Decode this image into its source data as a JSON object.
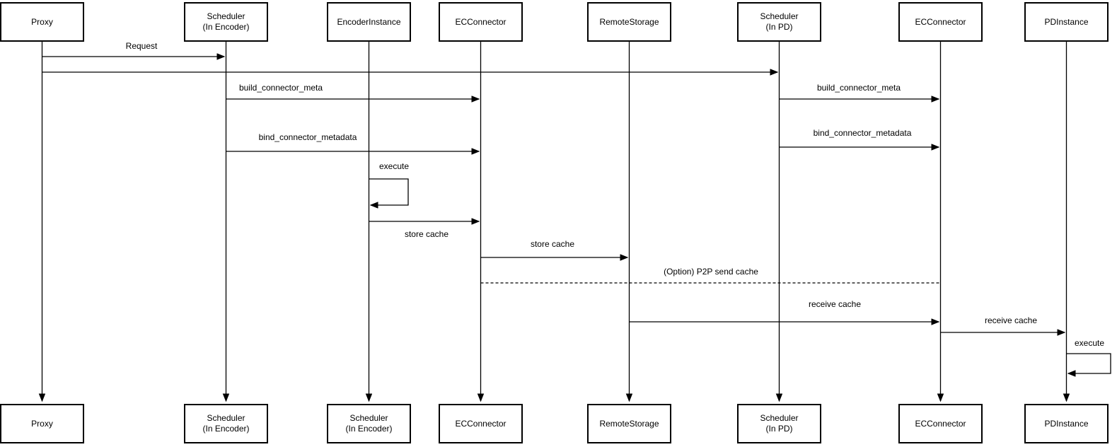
{
  "diagram": {
    "type": "sequence-diagram",
    "colors": {
      "background": "#ffffff",
      "line": "#000000",
      "box_border": "#000000",
      "text": "#000000"
    },
    "actors": [
      {
        "top": "Proxy",
        "bottom": "Proxy"
      },
      {
        "top": "Scheduler\n(In Encoder)",
        "bottom": "Scheduler\n(In Encoder)"
      },
      {
        "top": "EncoderInstance",
        "bottom": "Scheduler\n(In Encoder)"
      },
      {
        "top": "ECConnector",
        "bottom": "ECConnector"
      },
      {
        "top": "RemoteStorage",
        "bottom": "RemoteStorage"
      },
      {
        "top": "Scheduler\n(In PD)",
        "bottom": "Scheduler\n(In PD)"
      },
      {
        "top": "ECConnector",
        "bottom": "ECConnector"
      },
      {
        "top": "PDInstance",
        "bottom": "PDInstance"
      }
    ],
    "messages": [
      {
        "label": "Request",
        "from": "Proxy",
        "to": "Scheduler (In Encoder)",
        "line": "solid"
      },
      {
        "label": "",
        "from": "Proxy",
        "to": "Scheduler (In PD)",
        "line": "solid"
      },
      {
        "label": "build_connector_meta",
        "from": "Scheduler (In Encoder)",
        "to": "ECConnector",
        "line": "solid"
      },
      {
        "label": "build_connector_meta",
        "from": "Scheduler (In PD)",
        "to": "ECConnector (In PD)",
        "line": "solid"
      },
      {
        "label": "bind_connector_metadata",
        "from": "Scheduler (In Encoder)",
        "to": "ECConnector",
        "line": "solid"
      },
      {
        "label": "bind_connector_metadata",
        "from": "Scheduler (In PD)",
        "to": "ECConnector (In PD)",
        "line": "solid"
      },
      {
        "label": "execute",
        "from": "EncoderInstance",
        "to": "EncoderInstance",
        "line": "self-loop"
      },
      {
        "label": "store cache",
        "from": "EncoderInstance",
        "to": "ECConnector",
        "line": "solid"
      },
      {
        "label": "store cache",
        "from": "ECConnector",
        "to": "RemoteStorage",
        "line": "solid"
      },
      {
        "label": "(Option) P2P send cache",
        "from": "ECConnector",
        "to": "ECConnector (In PD)",
        "line": "dashed"
      },
      {
        "label": "receive cache",
        "from": "RemoteStorage",
        "to": "ECConnector (In PD)",
        "line": "solid"
      },
      {
        "label": "receive cache",
        "from": "ECConnector (In PD)",
        "to": "PDInstance",
        "line": "solid"
      },
      {
        "label": "execute",
        "from": "PDInstance",
        "to": "PDInstance",
        "line": "self-loop"
      }
    ]
  }
}
